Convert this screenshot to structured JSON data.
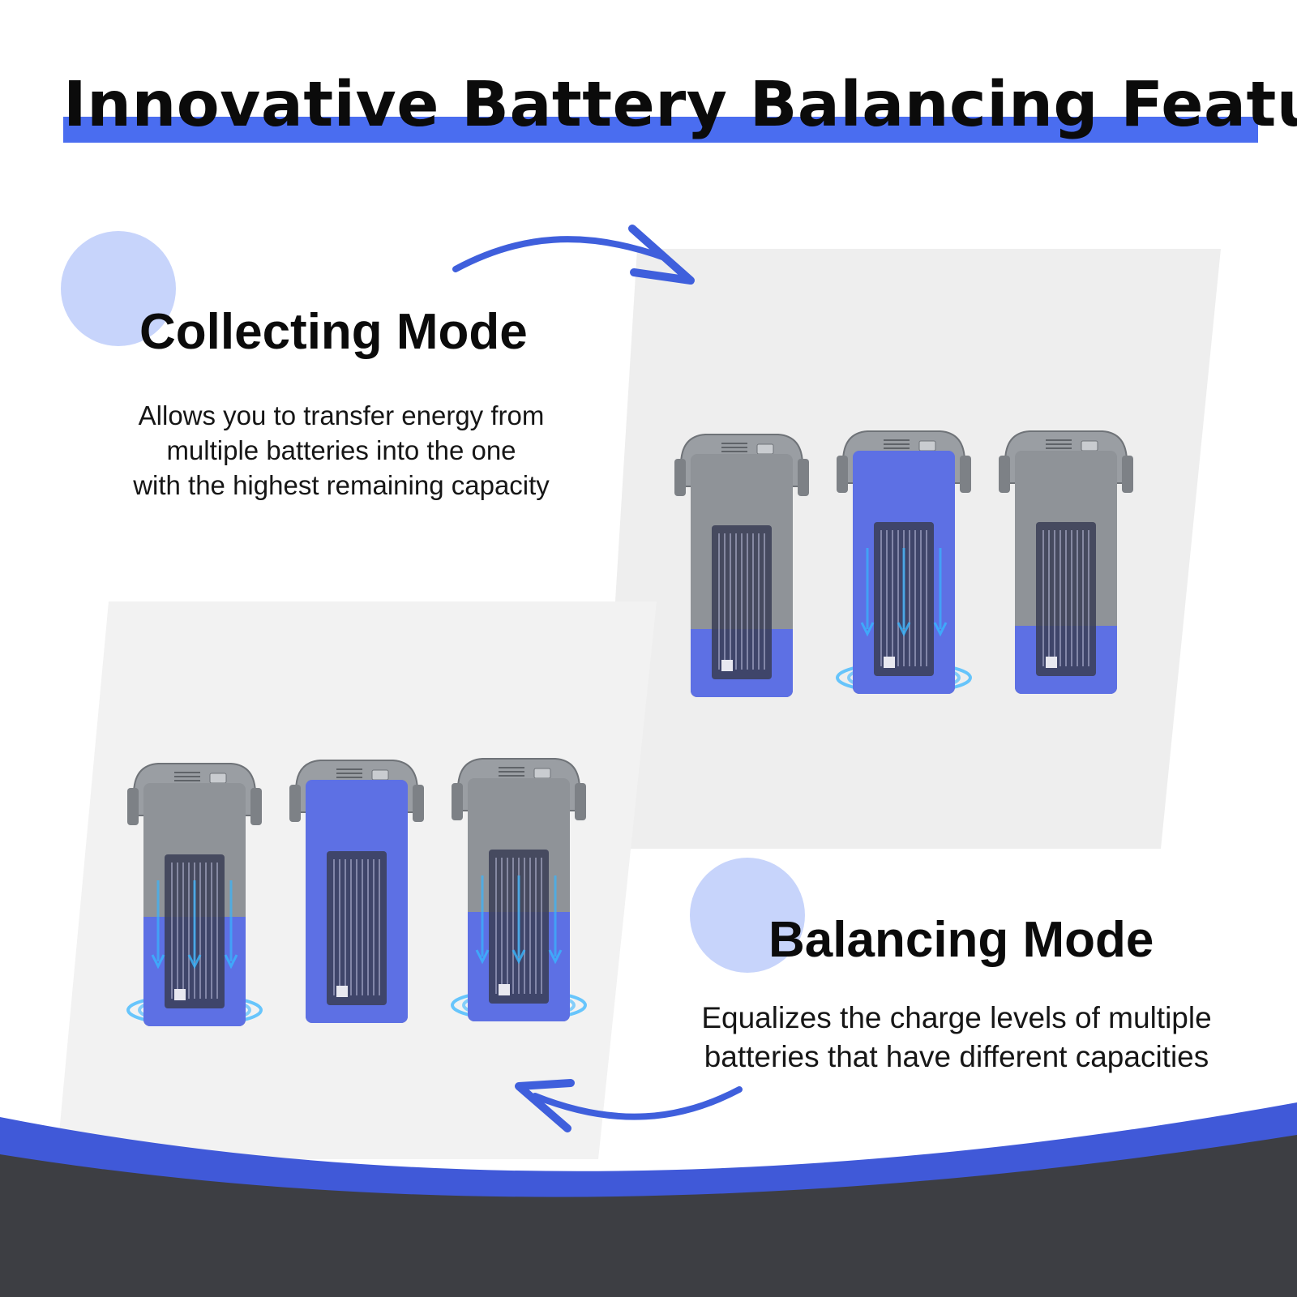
{
  "header": {
    "title": "Innovative Battery Balancing Feature"
  },
  "collecting_mode": {
    "heading": "Collecting Mode",
    "description_lines": [
      "Allows you to transfer energy from",
      "multiple batteries into the one",
      "with the highest remaining capacity"
    ]
  },
  "balancing_mode": {
    "heading": "Balancing Mode",
    "description_lines": [
      "Equalizes the charge levels of multiple",
      "batteries that have different capacities"
    ]
  },
  "illustration": {
    "collecting_batteries": [
      {
        "charge_level": 0.28,
        "glow": false
      },
      {
        "charge_level": 1.0,
        "glow": true
      },
      {
        "charge_level": 0.28,
        "glow": false
      }
    ],
    "balancing_batteries": [
      {
        "charge_level": 0.45,
        "glow": true
      },
      {
        "charge_level": 1.0,
        "glow": false
      },
      {
        "charge_level": 0.45,
        "glow": true
      }
    ]
  },
  "colors": {
    "accent_blue": "#4a6df0",
    "arrow_blue": "#3f5fdc",
    "circle_light_blue": "#c7d4fb",
    "panel_gray": "#eeeeee",
    "battery_gray": "#8f9398",
    "battery_charge_blue": "#5b6ee8",
    "glow_cyan": "#38b6ff",
    "footer_dark": "#3d3e43"
  },
  "icons": {
    "top_arrow": "curved-arrow-right-icon",
    "bottom_arrow": "curved-arrow-left-icon"
  }
}
